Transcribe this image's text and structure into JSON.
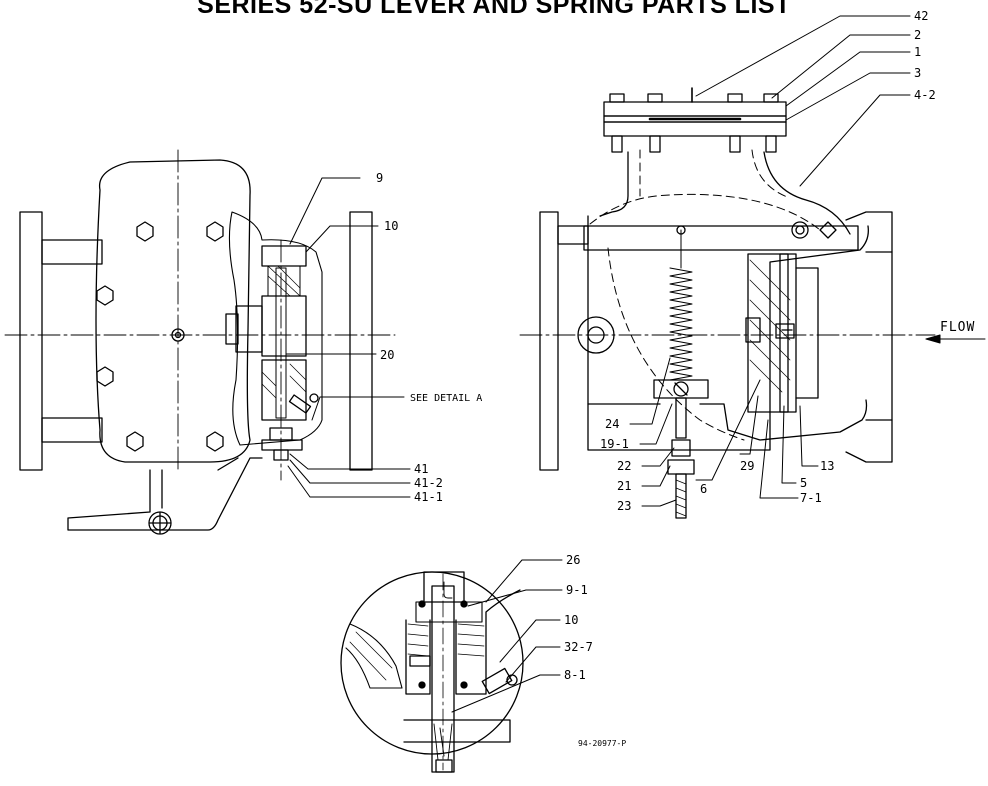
{
  "title": "SERIES 52-SU LEVER AND SPRING PARTS LIST",
  "drawing_number": "94-20977-P",
  "flow_label": "FLOW",
  "see_detail_label": "SEE DETAIL A",
  "left_view_callouts": [
    "9",
    "10",
    "20",
    "41",
    "41-2",
    "41-1"
  ],
  "right_view_callouts": [
    "42",
    "2",
    "1",
    "3",
    "4-2",
    "24",
    "19-1",
    "22",
    "21",
    "23",
    "6",
    "29",
    "7-1",
    "5",
    "13"
  ],
  "detail_callouts": [
    "26",
    "9-1",
    "10",
    "32-7",
    "8-1"
  ]
}
